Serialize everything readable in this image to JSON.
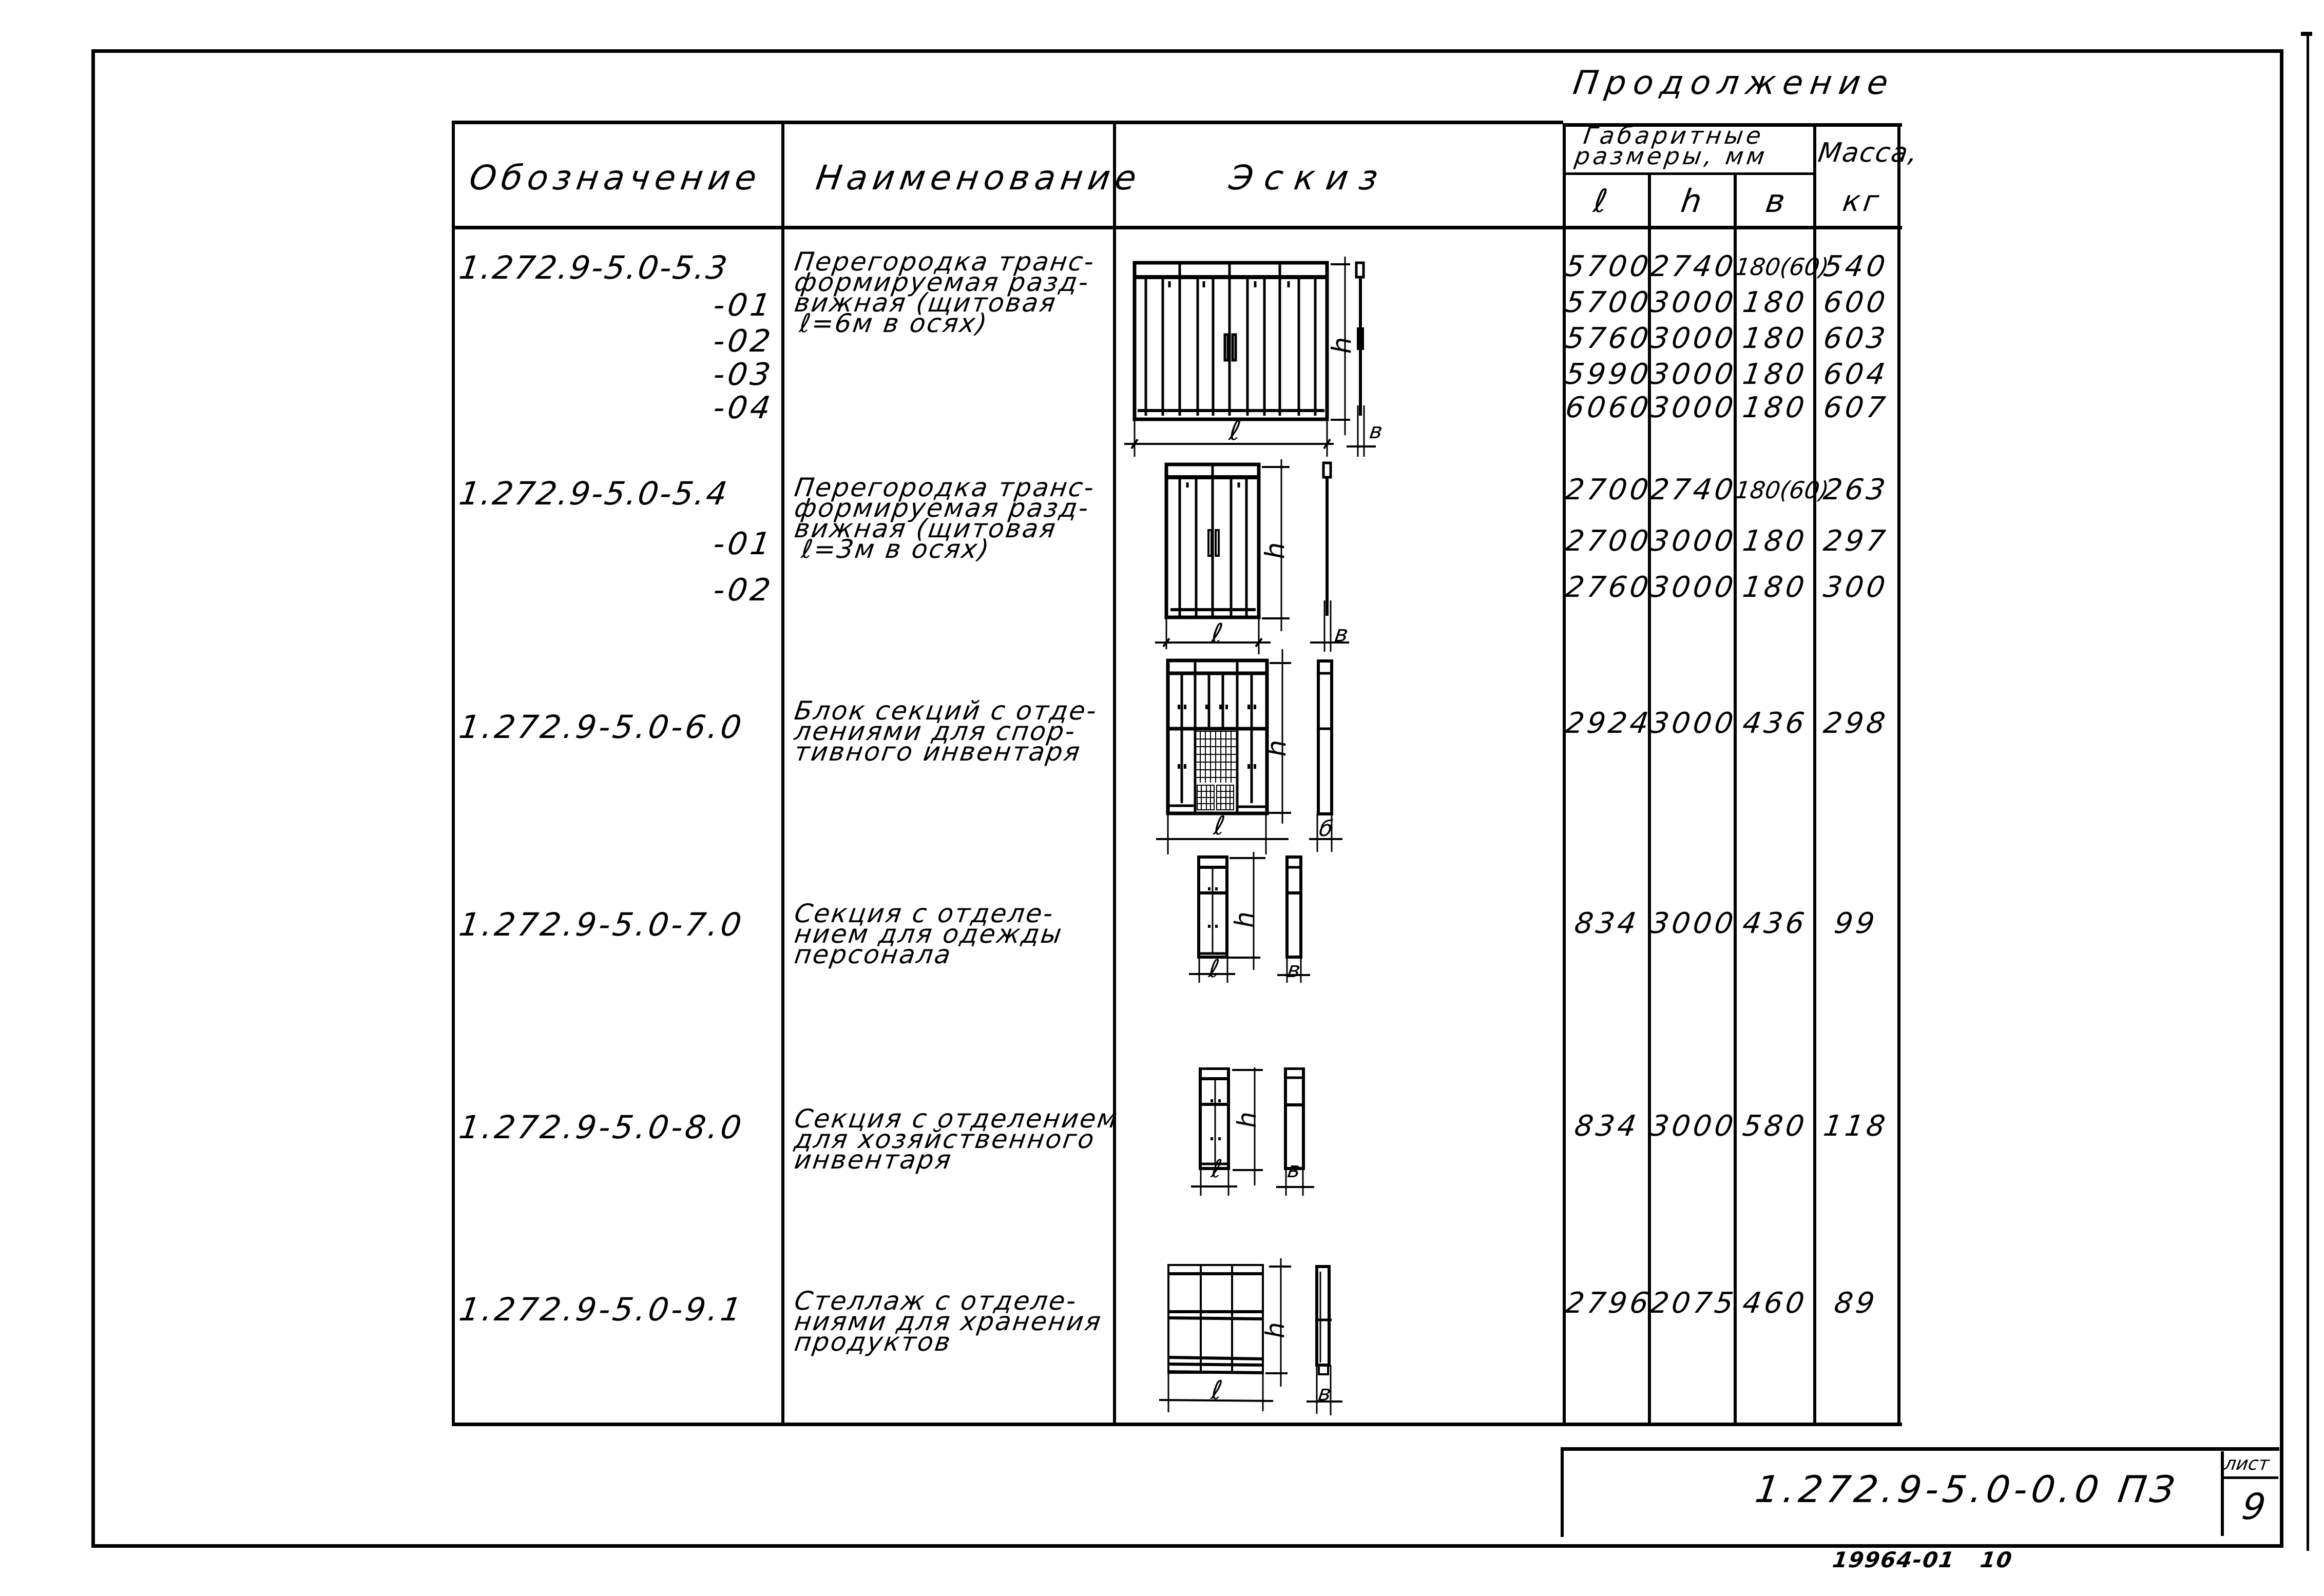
{
  "continuation_label": "Продолжение",
  "table": {
    "headers": {
      "designation": "Обозначение",
      "name": "Наименование",
      "sketch": "Эскиз",
      "dimensions_group": [
        "Габаритные",
        "размеры, мм"
      ],
      "dim_l": "ℓ",
      "dim_h": "h",
      "dim_b": "в",
      "mass": [
        "Масса,",
        "кг"
      ]
    },
    "rows": [
      {
        "designation": "1.272.9-5.0-5.3",
        "variants": [
          "-01",
          "-02",
          "-03",
          "-04"
        ],
        "name_lines": [
          "Перегородка транс-",
          "формируемая разд-",
          "вижная (щитовая",
          "ℓ=6м в осях)"
        ],
        "values": [
          {
            "l": "5700",
            "h": "2740",
            "b": "180(60)",
            "mass": "540"
          },
          {
            "l": "5700",
            "h": "3000",
            "b": "180",
            "mass": "600"
          },
          {
            "l": "5760",
            "h": "3000",
            "b": "180",
            "mass": "603"
          },
          {
            "l": "5990",
            "h": "3000",
            "b": "180",
            "mass": "604"
          },
          {
            "l": "6060",
            "h": "3000",
            "b": "180",
            "mass": "607"
          }
        ],
        "sketch_labels": {
          "l": "ℓ",
          "h": "h",
          "b": "в"
        }
      },
      {
        "designation": "1.272.9-5.0-5.4",
        "variants": [
          "-01",
          "-02"
        ],
        "name_lines": [
          "Перегородка транс-",
          "формируемая разд-",
          "вижная (щитовая",
          "ℓ=3м в осях)"
        ],
        "values": [
          {
            "l": "2700",
            "h": "2740",
            "b": "180(60)",
            "mass": "263"
          },
          {
            "l": "2700",
            "h": "3000",
            "b": "180",
            "mass": "297"
          },
          {
            "l": "2760",
            "h": "3000",
            "b": "180",
            "mass": "300"
          }
        ],
        "sketch_labels": {
          "l": "ℓ",
          "h": "h",
          "b": "в"
        }
      },
      {
        "designation": "1.272.9-5.0-6.0",
        "variants": [],
        "name_lines": [
          "Блок секций с отде-",
          "лениями для спор-",
          "тивного инвентаря"
        ],
        "values": [
          {
            "l": "2924",
            "h": "3000",
            "b": "436",
            "mass": "298"
          }
        ],
        "sketch_labels": {
          "l": "ℓ",
          "h": "h",
          "b": "б"
        }
      },
      {
        "designation": "1.272.9-5.0-7.0",
        "variants": [],
        "name_lines": [
          "Секция с отделе-",
          "нием для одежды",
          "персонала"
        ],
        "values": [
          {
            "l": "834",
            "h": "3000",
            "b": "436",
            "mass": "99"
          }
        ],
        "sketch_labels": {
          "l": "ℓ",
          "h": "h",
          "b": "в"
        }
      },
      {
        "designation": "1.272.9-5.0-8.0",
        "variants": [],
        "name_lines": [
          "Секция с отделением",
          "для хозяйственного",
          "инвентаря"
        ],
        "values": [
          {
            "l": "834",
            "h": "3000",
            "b": "580",
            "mass": "118"
          }
        ],
        "sketch_labels": {
          "l": "ℓ",
          "h": "h",
          "b": "в"
        }
      },
      {
        "designation": "1.272.9-5.0-9.1",
        "variants": [],
        "name_lines": [
          "Стеллаж с отделе-",
          "ниями для хранения",
          "продуктов"
        ],
        "values": [
          {
            "l": "2796",
            "h": "2075",
            "b": "460",
            "mass": "89"
          }
        ],
        "sketch_labels": {
          "l": "ℓ",
          "h": "h",
          "b": "в"
        }
      }
    ]
  },
  "title_block": {
    "document_code": "1.272.9-5.0-0.0 ПЗ",
    "sheet_label": "лист",
    "sheet_number": "9"
  },
  "footer_stamp": "19964-01   10"
}
